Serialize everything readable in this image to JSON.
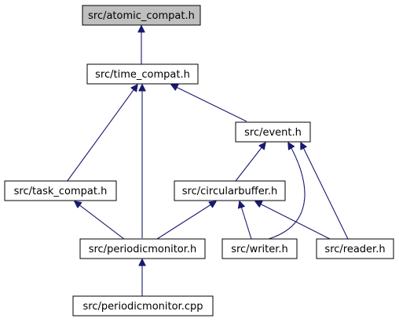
{
  "diagram": {
    "type": "include-dependency-graph",
    "colors": {
      "edge": "#191970",
      "node_fill": "#ffffff",
      "highlight_fill": "#bfbfbf",
      "border": "#000000"
    },
    "nodes": {
      "atomic": {
        "label": "src/atomic_compat.h",
        "highlighted": true
      },
      "time": {
        "label": "src/time_compat.h"
      },
      "event": {
        "label": "src/event.h"
      },
      "task": {
        "label": "src/task_compat.h"
      },
      "circbuf": {
        "label": "src/circularbuffer.h"
      },
      "periodic": {
        "label": "src/periodicmonitor.h"
      },
      "writer": {
        "label": "src/writer.h"
      },
      "reader": {
        "label": "src/reader.h"
      },
      "periodic_cpp": {
        "label": "src/periodicmonitor.cpp"
      }
    },
    "edges": [
      {
        "from": "time",
        "to": "atomic"
      },
      {
        "from": "task",
        "to": "time"
      },
      {
        "from": "periodic",
        "to": "time"
      },
      {
        "from": "event",
        "to": "time"
      },
      {
        "from": "circbuf",
        "to": "event"
      },
      {
        "from": "writer",
        "to": "event"
      },
      {
        "from": "reader",
        "to": "event"
      },
      {
        "from": "periodic",
        "to": "task"
      },
      {
        "from": "periodic",
        "to": "circbuf"
      },
      {
        "from": "writer",
        "to": "circbuf"
      },
      {
        "from": "reader",
        "to": "circbuf"
      },
      {
        "from": "periodic_cpp",
        "to": "periodic"
      }
    ]
  }
}
